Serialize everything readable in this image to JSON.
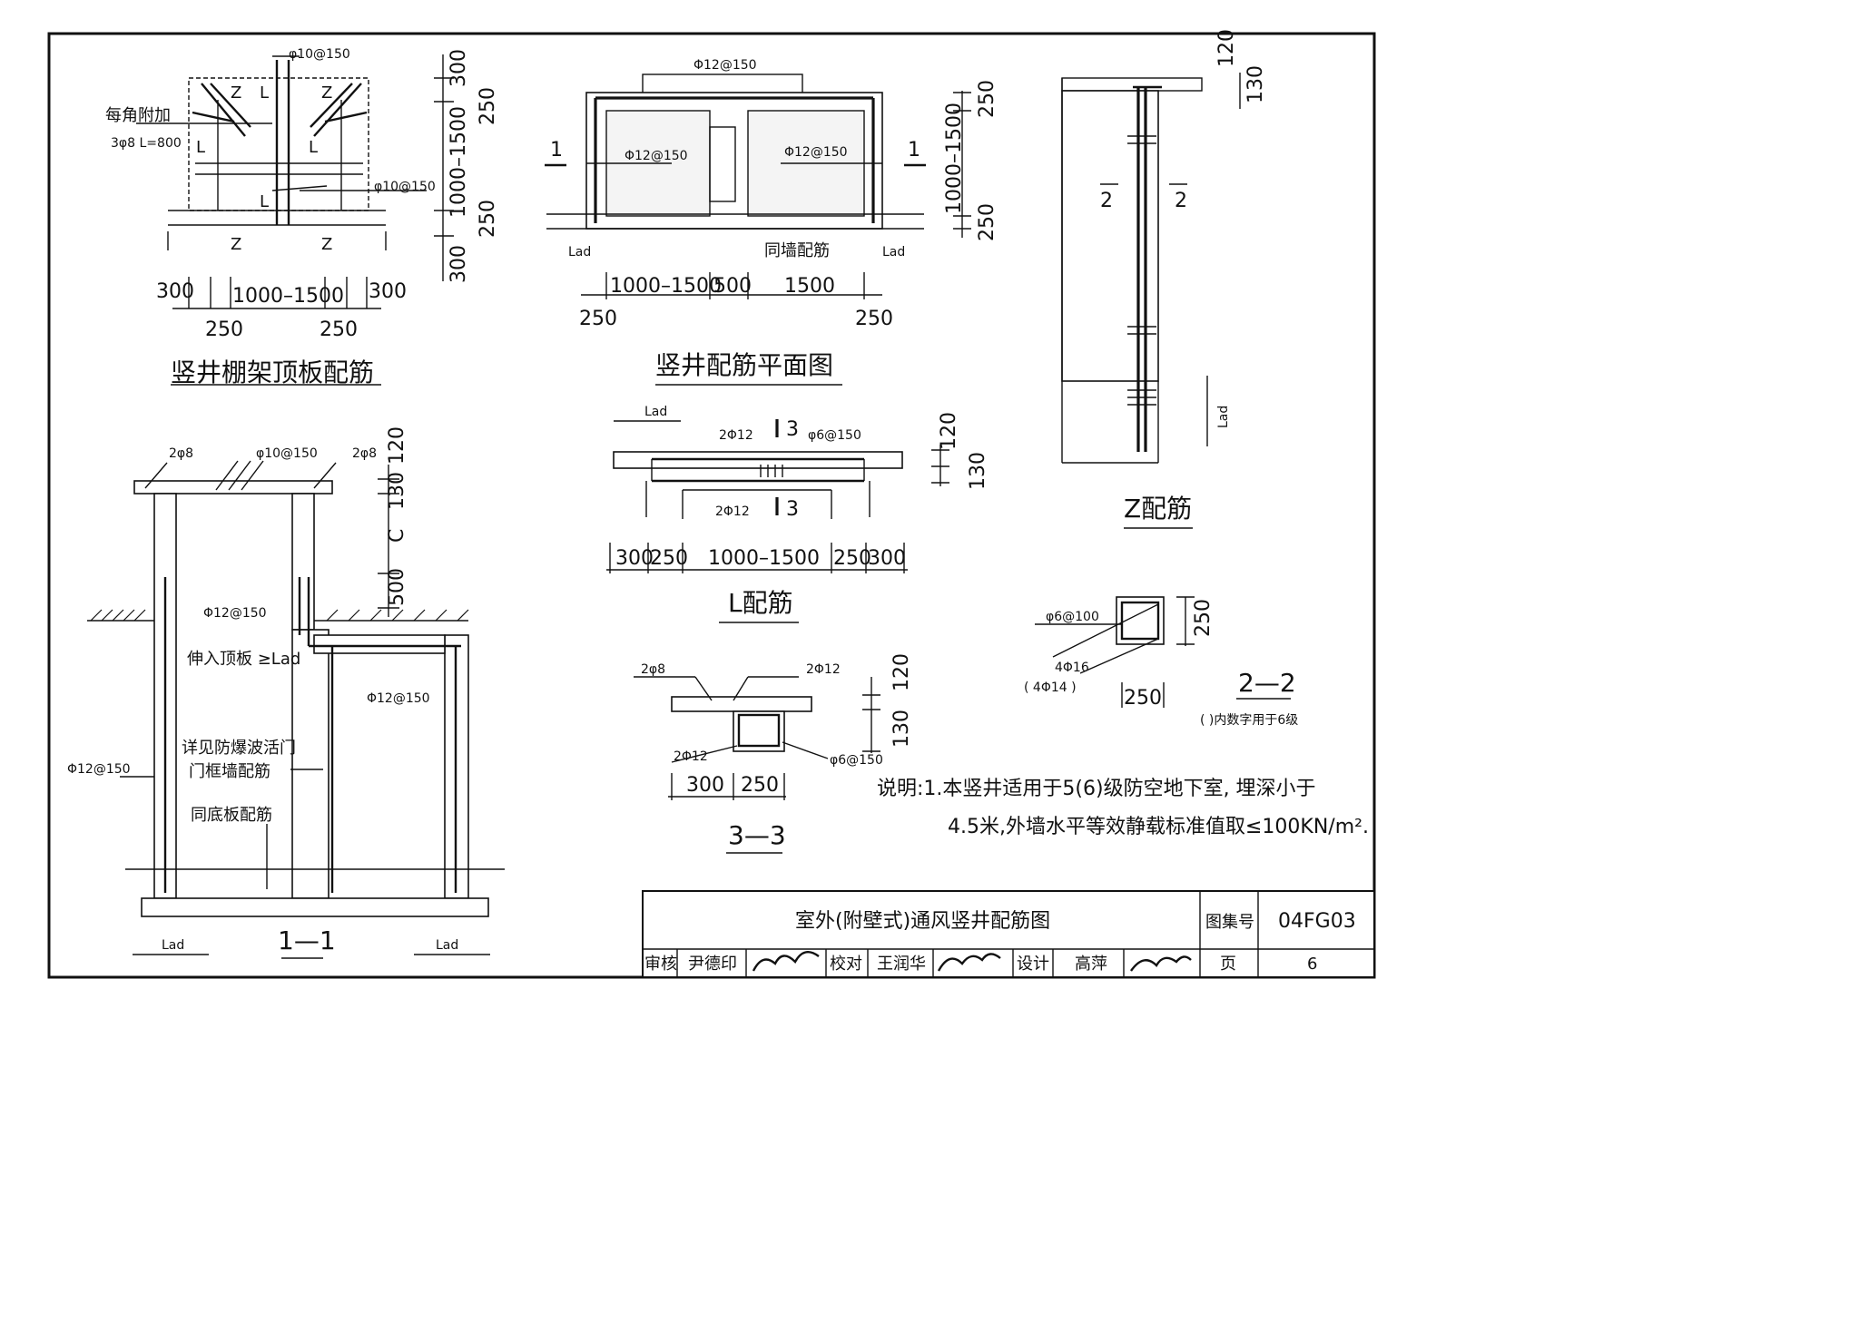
{
  "sheet": {
    "title": "室外(附壁式)通风竖井配筋图",
    "atlas_label": "图集号",
    "atlas_no": "04FG03",
    "page_label": "页",
    "page_no": "6",
    "review_label": "审核",
    "reviewer": "尹德印",
    "check_label": "校对",
    "checker": "王润华",
    "design_label": "设计",
    "designer": "高萍"
  },
  "roof": {
    "title": "竖井棚架顶板配筋",
    "rebar_top": "φ10@150",
    "rebar_right": "φ10@150",
    "corner_note_1": "每角附加",
    "corner_note_2": "3φ8 L=800",
    "z1": "Z",
    "l1": "L",
    "z2": "Z",
    "l_left": "L",
    "l_mid": "L",
    "l_low": "L",
    "z_bl": "Z",
    "z_br": "Z",
    "dim_300a": "300",
    "dim_mid": "1000–1500",
    "dim_300b": "300",
    "dim_250a": "250",
    "dim_250b": "250",
    "v_300a": "300",
    "v_250a": "250",
    "v_range": "1000–1500",
    "v_250b": "250",
    "v_300b": "300"
  },
  "plan": {
    "title": "竖井配筋平面图",
    "rebar_top": "Φ12@150",
    "rebar_left": "Φ12@150",
    "rebar_right": "Φ12@150",
    "mark_1a": "1",
    "mark_1b": "1",
    "lad_left": "Lad",
    "lad_right": "Lad",
    "same_wall": "同墙配筋",
    "dim_a": "1000–1500",
    "dim_b": "500",
    "dim_c": "1500",
    "dim_250a": "250",
    "dim_250b": "250",
    "v_250a": "250",
    "v_range": "1000–1500",
    "v_250b": "250"
  },
  "zbar": {
    "title": "Z配筋",
    "dim_120": "120",
    "dim_130": "130",
    "mark_2a": "2",
    "mark_2b": "2",
    "lad": "Lad"
  },
  "section11": {
    "title": "1—1",
    "r_2phi8a": "2φ8",
    "r_top": "φ10@150",
    "r_2phi8b": "2φ8",
    "v_120": "120",
    "v_130": "130",
    "v_c": "C",
    "v_500": "500",
    "r_phi12a": "Φ12@150",
    "into_roof": "伸入顶板 ≥Lad",
    "r_phi12b": "Φ12@150",
    "door_note_1": "详见防爆波活门",
    "door_note_2": "门框墙配筋",
    "r_phi12c": "Φ12@150",
    "floor_note": "同底板配筋",
    "lad_left": "Lad",
    "lad_right": "Lad"
  },
  "lbar": {
    "title": "L配筋",
    "lad": "Lad",
    "r_2phi12a": "2Φ12",
    "r_2phi12b": "2Φ12",
    "r_stir": "φ6@150",
    "mark_3a": "3",
    "mark_3b": "3",
    "v_120": "120",
    "v_130": "130",
    "d_300a": "300",
    "d_250a": "250",
    "d_range": "1000–1500",
    "d_250b": "250",
    "d_300b": "300"
  },
  "sec33": {
    "title": "3—3",
    "r_2phi8": "2φ8",
    "r_2phi12a": "2Φ12",
    "r_2phi12b": "2Φ12",
    "r_stir": "φ6@150",
    "v_120": "120",
    "v_130": "130",
    "d_300": "300",
    "d_250": "250"
  },
  "sec22": {
    "title": "2—2",
    "r_stir": "φ6@100",
    "r_main": "4Φ16",
    "r_main6": "( 4Φ14 )",
    "d_h": "250",
    "d_w": "250",
    "paren_note": "( )内数字用于6级"
  },
  "notes": {
    "line1": "说明:1.本竖井适用于5(6)级防空地下室, 埋深小于",
    "line2": "4.5米,外墙水平等效静载标准值取≤100KN/m²."
  }
}
